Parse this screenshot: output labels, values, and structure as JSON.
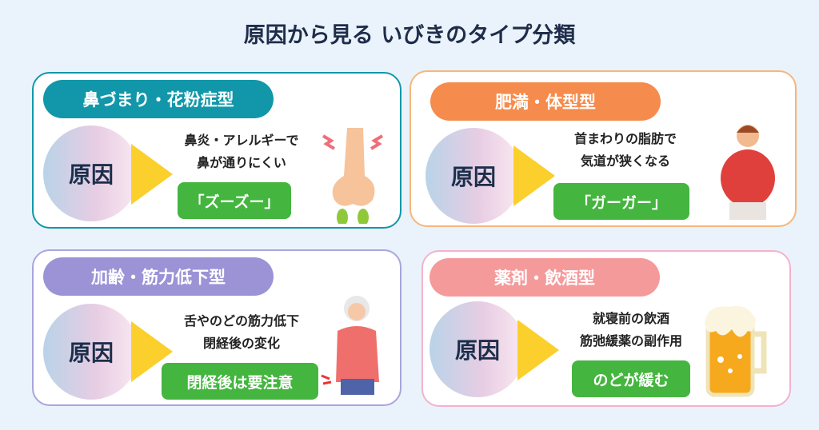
{
  "title": "原因から見る いびきのタイプ分類",
  "cards": [
    {
      "type": "鼻づまり・花粉症型",
      "cause_label": "原因",
      "cause_lines": [
        "鼻炎・アレルギーで",
        "鼻が通りにくい"
      ],
      "sound": "「ズーズー」",
      "illustration": "nose-icon",
      "color": "#1197a9"
    },
    {
      "type": "肥満・体型型",
      "cause_label": "原因",
      "cause_lines": [
        "首まわりの脂肪で",
        "気道が狭くなる"
      ],
      "sound": "「ガーガー」",
      "illustration": "overweight-man-icon",
      "color": "#f58b4c"
    },
    {
      "type": "加齢・筋力低下型",
      "cause_label": "原因",
      "cause_lines": [
        "舌やのどの筋力低下",
        "閉経後の変化"
      ],
      "sound": "閉経後は要注意",
      "illustration": "elderly-woman-icon",
      "color": "#9b93d6"
    },
    {
      "type": "薬剤・飲酒型",
      "cause_label": "原因",
      "cause_lines": [
        "就寝前の飲酒",
        "筋弛緩薬の副作用"
      ],
      "sound": "のどが緩む",
      "illustration": "beer-mug-icon",
      "color": "#f59a9b"
    }
  ]
}
